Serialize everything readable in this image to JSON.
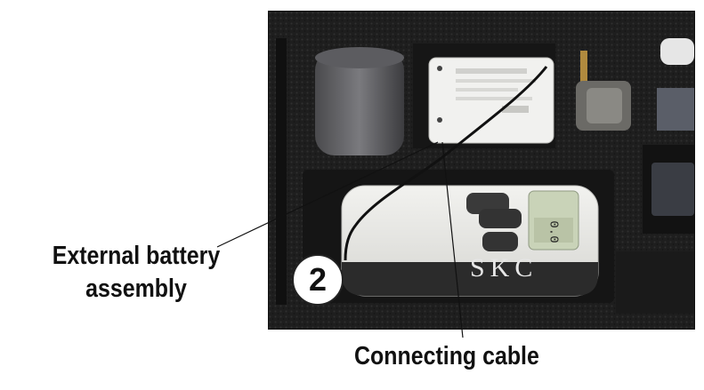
{
  "figure": {
    "callout_battery": "External battery\nassembly",
    "callout_battery_line1": "External battery",
    "callout_battery_line2": "assembly",
    "callout_cable": "Connecting cable",
    "step_number": "2",
    "device_brand": "SKC",
    "display_reading": "0.0"
  },
  "colors": {
    "foam": "#1c1c1c",
    "pump_body": "#e9e9e6",
    "pump_bottom": "#2a2a2a",
    "display": "#c9d3b8"
  },
  "icons": [
    "battery-pack-image",
    "pump-image",
    "foam-case-image"
  ]
}
